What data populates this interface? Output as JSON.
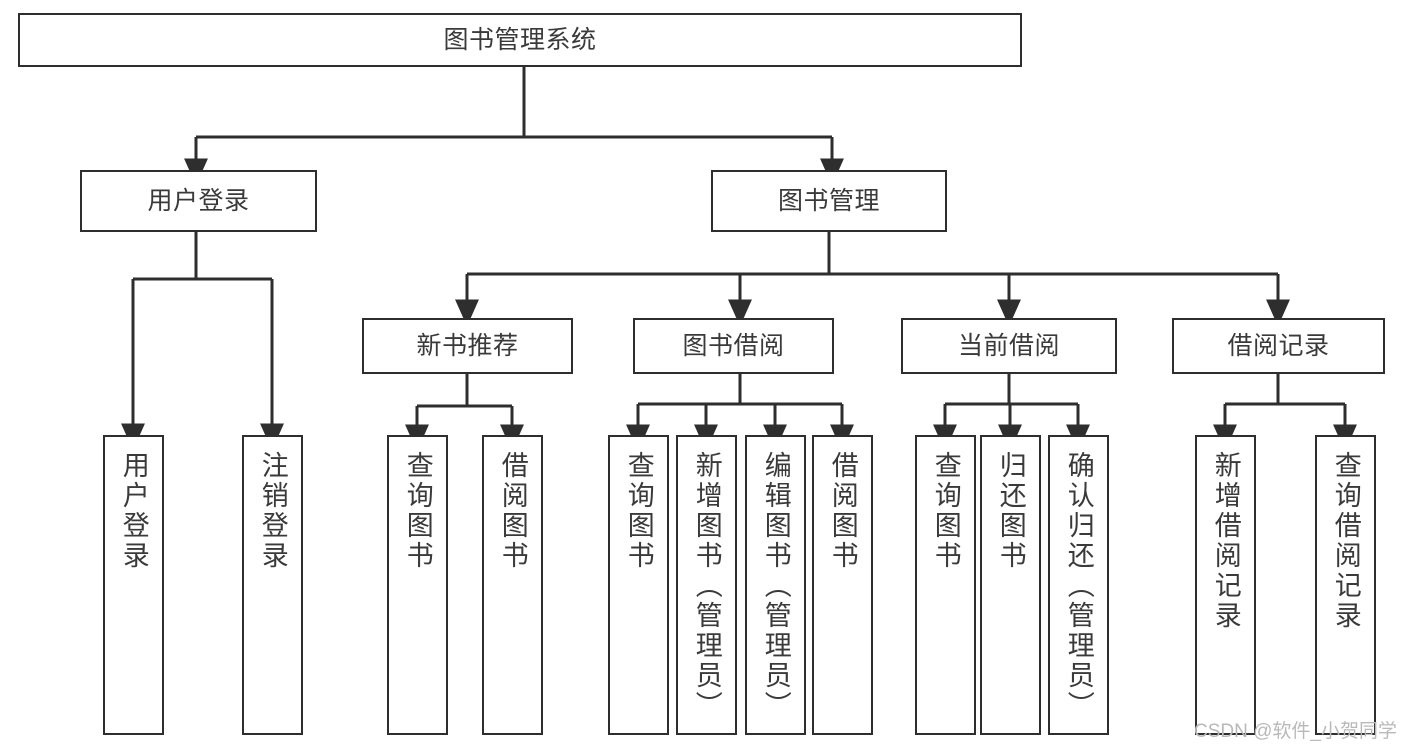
{
  "diagram": {
    "title": "图书管理系统",
    "type": "tree-hierarchy-chart",
    "watermark": "CSDN @软件_小贺同学",
    "colors": {
      "box_border": "#2e2e2e",
      "box_fill": "#ffffff",
      "text": "#3a3a3a",
      "connector": "#2e2e2e",
      "watermark": "#b9b9b9",
      "background": "#ffffff"
    },
    "nodes": {
      "root": {
        "label": "图书管理系统"
      },
      "level2": [
        {
          "id": "user-login",
          "label": "用户登录"
        },
        {
          "id": "book-management",
          "label": "图书管理"
        }
      ],
      "level3": [
        {
          "id": "new-book-recommend",
          "label": "新书推荐"
        },
        {
          "id": "book-borrow",
          "label": "图书借阅"
        },
        {
          "id": "current-borrow",
          "label": "当前借阅"
        },
        {
          "id": "borrow-record",
          "label": "借阅记录"
        }
      ],
      "leaves": {
        "user-login": [
          {
            "id": "leaf-user-login",
            "label": "用户登录"
          },
          {
            "id": "leaf-logout-login",
            "label": "注销登录"
          }
        ],
        "new-book-recommend": [
          {
            "id": "leaf-query-book-1",
            "label": "查询图书"
          },
          {
            "id": "leaf-borrow-book-1",
            "label": "借阅图书"
          }
        ],
        "book-borrow": [
          {
            "id": "leaf-query-book-2",
            "label": "查询图书"
          },
          {
            "id": "leaf-add-book-admin",
            "label": "新增图书（管理员）"
          },
          {
            "id": "leaf-edit-book-admin",
            "label": "编辑图书（管理员）"
          },
          {
            "id": "leaf-borrow-book-2",
            "label": "借阅图书"
          }
        ],
        "current-borrow": [
          {
            "id": "leaf-query-book-3",
            "label": "查询图书"
          },
          {
            "id": "leaf-return-book",
            "label": "归还图书"
          },
          {
            "id": "leaf-confirm-return-admin",
            "label": "确认归还（管理员）"
          }
        ],
        "borrow-record": [
          {
            "id": "leaf-add-borrow-record",
            "label": "新增借阅记录"
          },
          {
            "id": "leaf-query-borrow-record",
            "label": "查询借阅记录"
          }
        ]
      }
    }
  }
}
